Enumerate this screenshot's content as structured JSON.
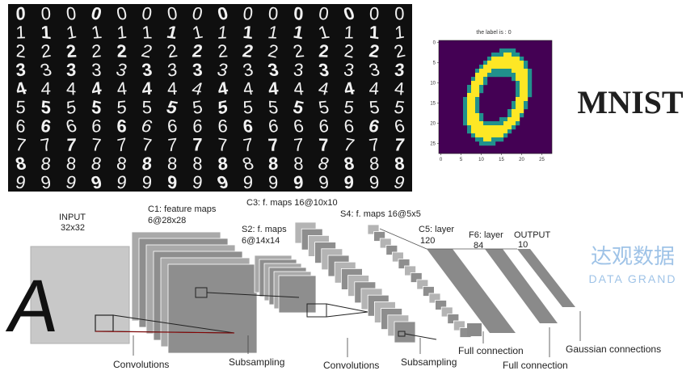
{
  "mnist_grid": {
    "digits": [
      "0",
      "1",
      "2",
      "3",
      "4",
      "5",
      "6",
      "7",
      "8",
      "9"
    ],
    "columns": 16
  },
  "sample_plot": {
    "title": "the label is : 0",
    "x_ticks": [
      "0",
      "5",
      "10",
      "15",
      "20",
      "25"
    ],
    "y_ticks": [
      "0",
      "5",
      "10",
      "15",
      "20",
      "25"
    ],
    "colors": {
      "background": "#440154",
      "mid": "#21918c",
      "high": "#fde725"
    }
  },
  "heading": {
    "text": "MNIST"
  },
  "watermark": {
    "cn": "达观数据",
    "en": "DATA GRAND",
    "color": "#7fb0e0"
  },
  "lenet": {
    "input": {
      "label": "INPUT",
      "size": "32x32",
      "glyph": "A"
    },
    "c1": {
      "label": "C1: feature maps",
      "size": "6@28x28"
    },
    "s2": {
      "label": "S2: f. maps",
      "size": "6@14x14"
    },
    "c3": {
      "label": "C3: f. maps 16@10x10"
    },
    "s4": {
      "label": "S4: f. maps 16@5x5"
    },
    "c5": {
      "label": "C5: layer",
      "size": "120"
    },
    "f6": {
      "label": "F6: layer",
      "size": "84"
    },
    "output": {
      "label": "OUTPUT",
      "size": "10"
    },
    "operations": [
      "Convolutions",
      "Subsampling",
      "Convolutions",
      "Subsampling",
      "Full connection",
      "Full connection",
      "Gaussian connections"
    ]
  }
}
